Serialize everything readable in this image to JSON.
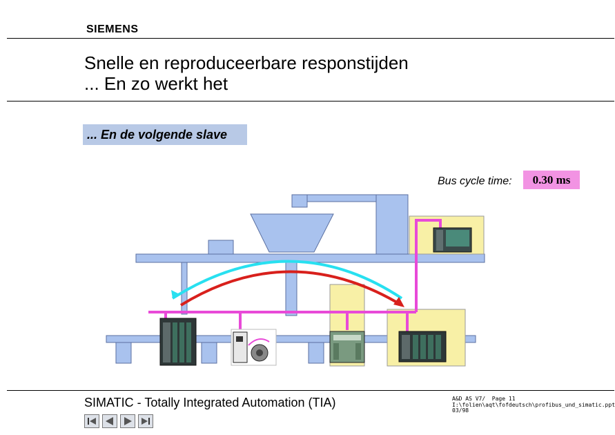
{
  "header": {
    "brand": "SIEMENS"
  },
  "slide": {
    "title_line1": "Snelle en reproduceerbare responstijden",
    "title_line2": "... En zo werkt het",
    "subtitle": "... En de volgende slave",
    "bus_cycle_label": "Bus cycle time:",
    "bus_cycle_value": "0.30 ms"
  },
  "footer": {
    "title": "SIMATIC - Totally Integrated Automation (TIA)",
    "meta_line1": "A&D AS V7/  Page 11",
    "meta_line2": "I:\\folien\\aqt\\fofdeutsch\\profibus_und_simatic.ppt",
    "meta_line3": "03/98",
    "nav": [
      {
        "name": "first-slide-button",
        "icon": "skip-back-icon"
      },
      {
        "name": "previous-slide-button",
        "icon": "triangle-left-icon"
      },
      {
        "name": "next-slide-button",
        "icon": "triangle-right-icon"
      },
      {
        "name": "last-slide-button",
        "icon": "skip-forward-icon"
      }
    ]
  },
  "colors": {
    "structure": "#a9c2ee",
    "bus": "#e84ad8",
    "arrow_return": "#28e0f0",
    "arrow_request": "#d8201c",
    "highlight": "#f8f0a6",
    "subtitle_bg": "#b8c9e6",
    "value_bg": "#f293e3"
  }
}
